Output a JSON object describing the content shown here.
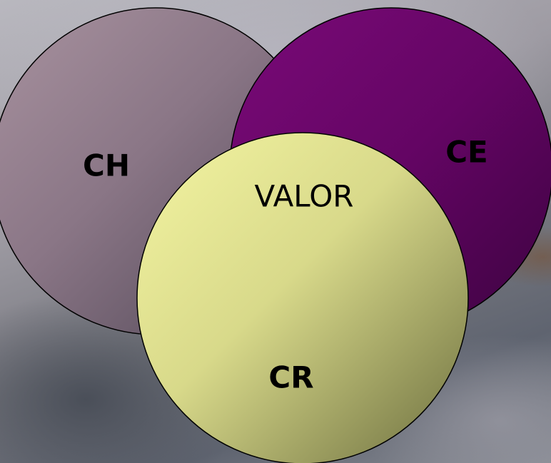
{
  "diagram": {
    "circles": [
      {
        "id": "ch",
        "label": "CH",
        "color_light": "#a8929f",
        "color_dark": "#4e4453"
      },
      {
        "id": "ce",
        "label": "CE",
        "color_light": "#7a0a78",
        "color_dark": "#3c0340"
      },
      {
        "id": "cr",
        "label": "CR",
        "color_light": "#f4f5a2",
        "color_dark": "#6b6d3e"
      }
    ],
    "center_label": "VALOR"
  }
}
